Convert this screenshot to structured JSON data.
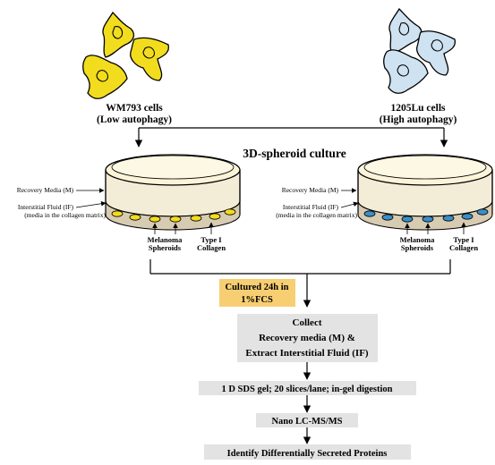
{
  "cell_lines": {
    "left": {
      "name": "WM793 cells",
      "note": "(Low autophagy)",
      "color": "#f2dc1e"
    },
    "right": {
      "name": "1205Lu cells",
      "note": "(High autophagy)",
      "color": "#cfe2f1"
    }
  },
  "culture_title": "3D-spheroid culture",
  "dish_labels": {
    "recovery_media": "Recovery Media (M)",
    "interstitial_fluid": "Interstitial Fluid (IF)",
    "interstitial_fluid_note": "(media in the collagen matrix)",
    "spheroids_line1": "Melanoma",
    "spheroids_line2": "Spheroids",
    "collagen_line1": "Type I",
    "collagen_line2": "Collagen"
  },
  "spheroid_colors": {
    "left": "#f2dc1e",
    "right": "#3a8fc9"
  },
  "culture_condition": {
    "line1": "Cultured 24h in",
    "line2": "1%FCS",
    "color": "#f7cf72"
  },
  "steps": [
    {
      "lines": [
        "Collect",
        "Recovery media (M) &",
        "Extract Interstitial Fluid (IF)"
      ]
    },
    {
      "lines": [
        "1 D SDS gel; 20 slices/lane; in-gel digestion"
      ]
    },
    {
      "lines": [
        "Nano LC-MS/MS"
      ]
    },
    {
      "lines": [
        "Identify Differentially Secreted Proteins"
      ]
    }
  ],
  "step_box_color": "#e3e3e3"
}
